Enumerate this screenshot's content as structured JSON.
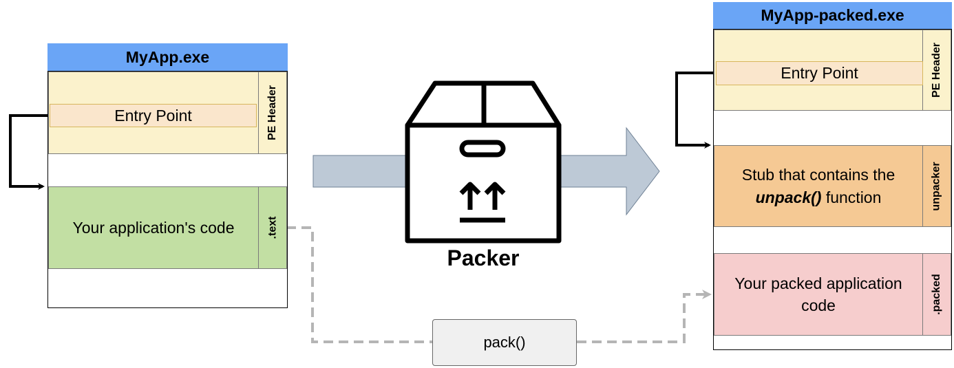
{
  "left_exe": {
    "title": "MyApp.exe",
    "pe_header_label": "PE Header",
    "entry_point": "Entry Point",
    "text_section_body": "Your application's code",
    "text_section_label": ".text"
  },
  "packer": {
    "label": "Packer",
    "icon": "box-icon"
  },
  "right_exe": {
    "title": "MyApp-packed.exe",
    "pe_header_label": "PE Header",
    "entry_point": "Entry Point",
    "unpacker_body_line1": "Stub that contains the",
    "unpacker_body_func": "unpack()",
    "unpacker_body_rest": " function",
    "unpacker_label": "unpacker",
    "packed_body": "Your packed application code",
    "packed_label": ".packed"
  },
  "pack_step": {
    "label": "pack()"
  },
  "colors": {
    "title_bar": "#6aa5f6",
    "pe_header": "#fbf2cc",
    "text_section": "#c2dfa3",
    "unpacker_section": "#f5c994",
    "packed_section": "#f6cdcd",
    "big_arrow": "#bdc9d6"
  }
}
